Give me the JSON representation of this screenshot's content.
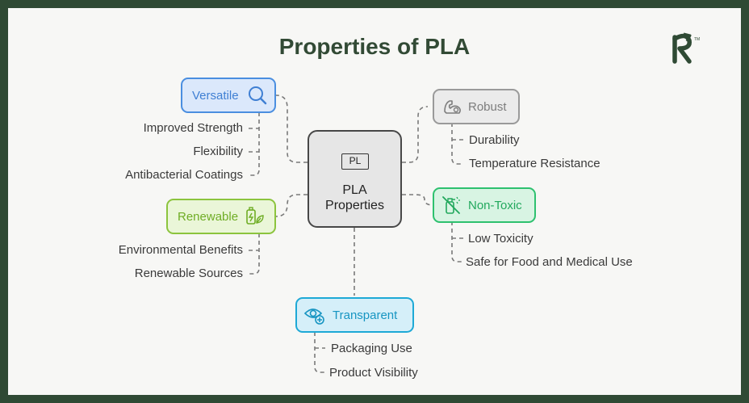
{
  "title": "Properties of PLA",
  "logo_icon": "r-arrow-logo-icon",
  "center": {
    "chip": "PL",
    "label_line1": "PLA",
    "label_line2": "Properties"
  },
  "colors": {
    "versatile": "#4a8ee0",
    "robust": "#8a8a8a",
    "renewable": "#7cb82f",
    "nontoxic": "#2ec16f",
    "transparent": "#1ea9d6",
    "title": "#324a35"
  },
  "branches": {
    "versatile": {
      "label": "Versatile",
      "icon": "magnifier-icon",
      "items": [
        "Improved Strength",
        "Flexibility",
        "Antibacterial Coatings"
      ]
    },
    "robust": {
      "label": "Robust",
      "icon": "flexed-arm-icon",
      "items": [
        "Durability",
        "Temperature Resistance"
      ]
    },
    "renewable": {
      "label": "Renewable",
      "icon": "leaf-battery-icon",
      "items": [
        "Environmental Benefits",
        "Renewable Sources"
      ]
    },
    "nontoxic": {
      "label": "Non-Toxic",
      "icon": "no-spray-icon",
      "items": [
        "Low Toxicity",
        "Safe for Food and Medical Use"
      ]
    },
    "transparent": {
      "label": "Transparent",
      "icon": "eye-plus-icon",
      "items": [
        "Packaging Use",
        "Product Visibility"
      ]
    }
  }
}
